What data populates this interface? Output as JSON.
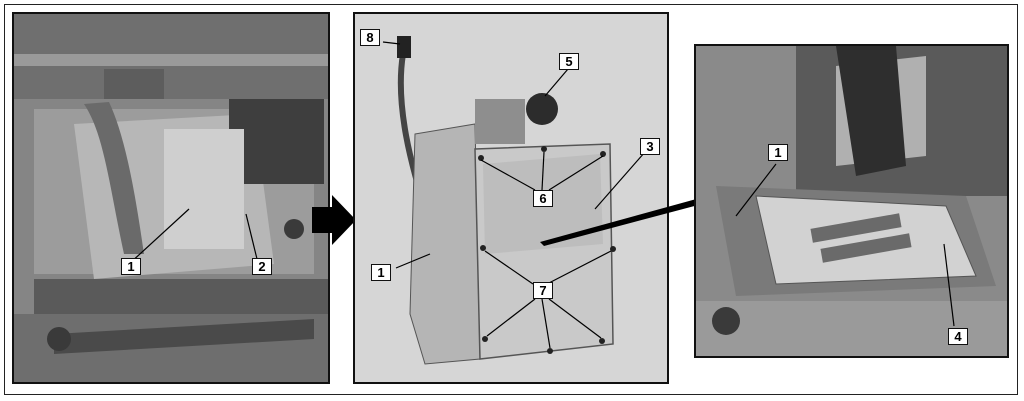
{
  "callouts": {
    "left": [
      "1",
      "2"
    ],
    "middle": [
      "8",
      "5",
      "3",
      "6",
      "1",
      "7"
    ],
    "right": [
      "1",
      "4"
    ]
  },
  "colors": {
    "panel_border": "#111111",
    "arrow": "#000000",
    "photo_mid_bg": "#d6d6d6"
  },
  "icons": {
    "transition": "right-arrow-icon"
  }
}
